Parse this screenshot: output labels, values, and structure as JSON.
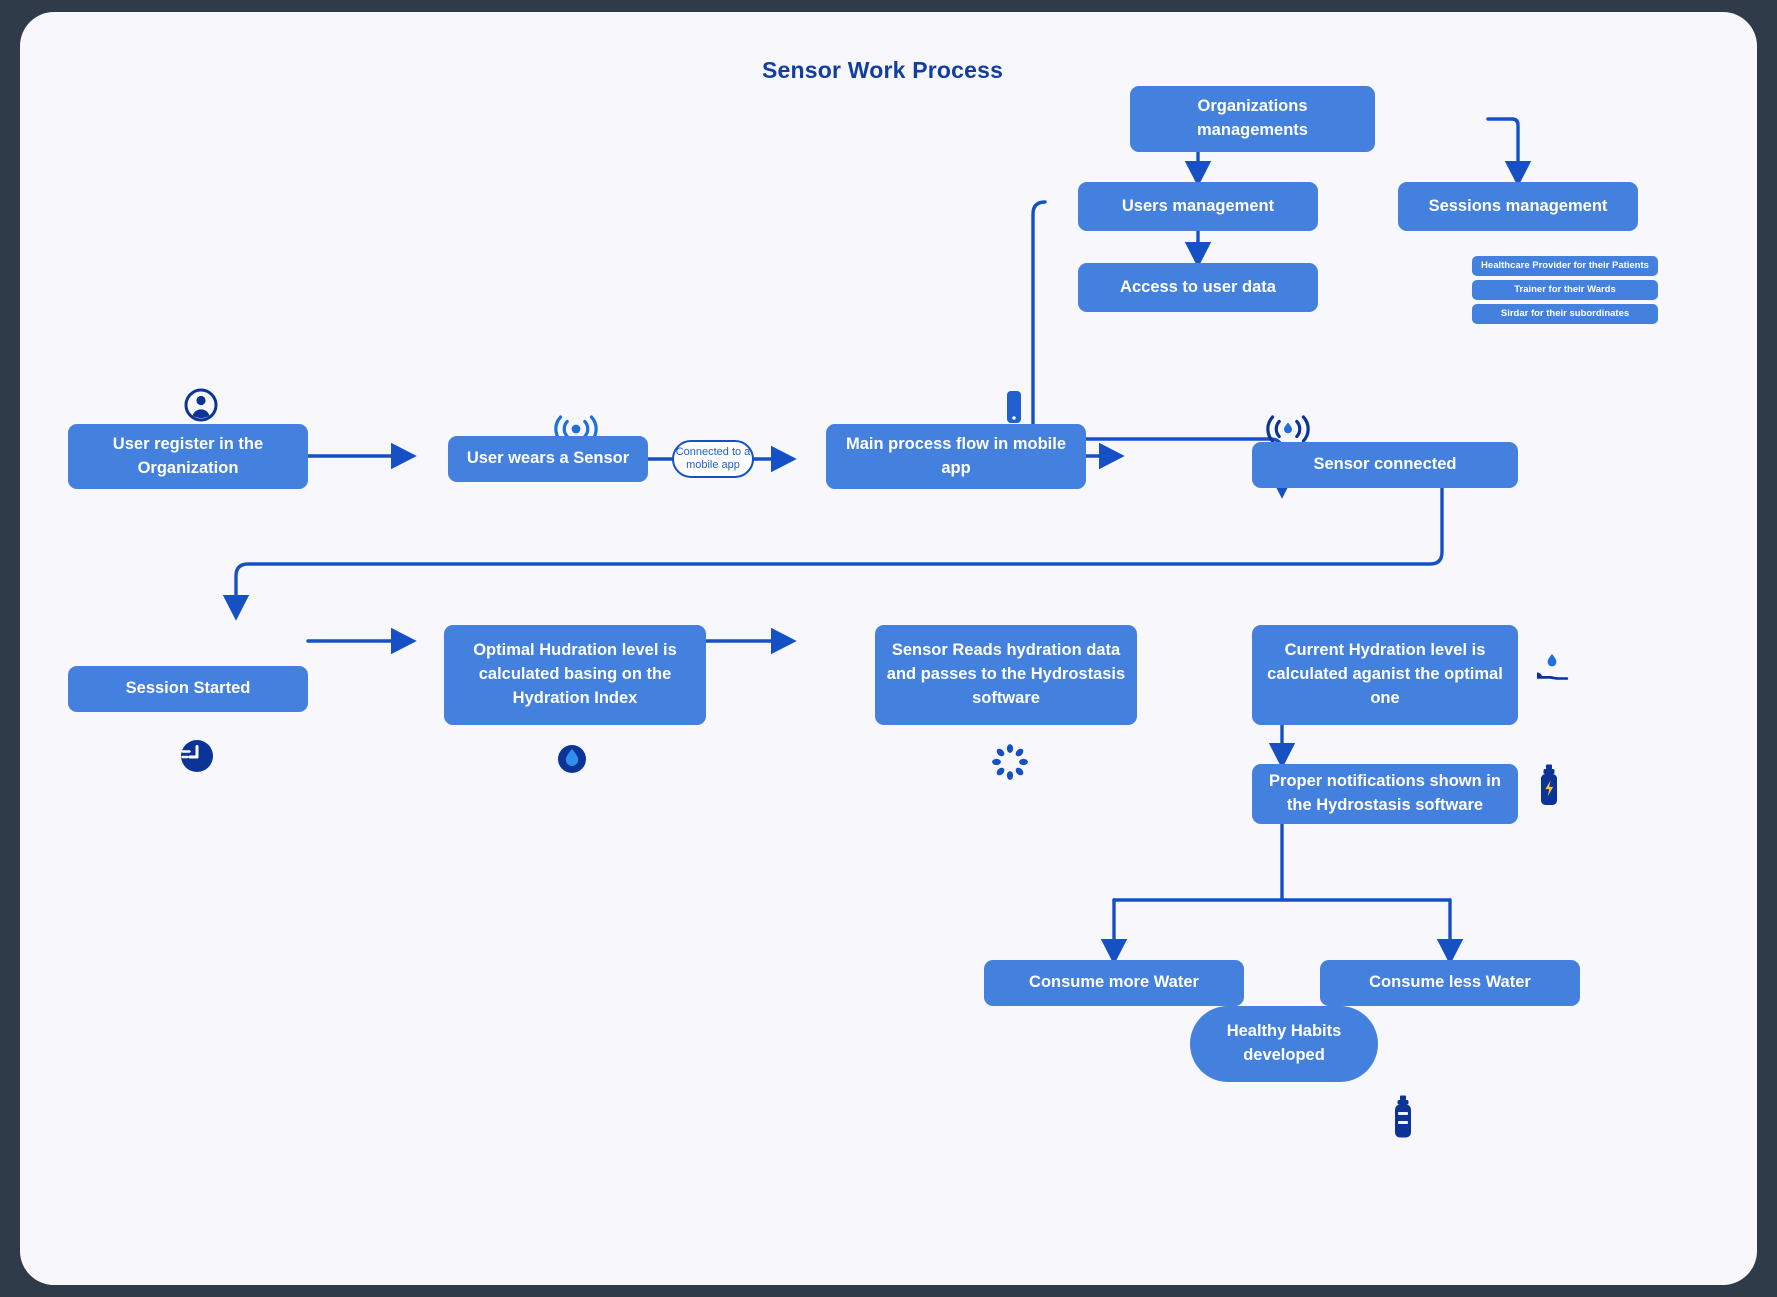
{
  "page": {
    "title": "Sensor Work Process",
    "canvas_bg": "#f8f8fc",
    "outer_bg": "#2f3b49",
    "node_fill": "#4480de",
    "line_color": "#1551c4",
    "title_color": "#123ea0",
    "icon_dark": "#0b3496",
    "icon_blue": "#1f6fe0"
  },
  "nodes": {
    "organizations_managements": "Organizations managements",
    "users_management": "Users management",
    "sessions_management": "Sessions management",
    "access_to_user_data": "Access to user data",
    "user_register": "User register in the Organization",
    "user_wears_sensor": "User wears a Sensor",
    "main_process_flow": "Main process flow in mobile app",
    "sensor_connected": "Sensor connected",
    "session_started": "Session Started",
    "optimal_hydration": "Optimal Hudration level is calculated basing on the Hydration Index",
    "sensor_reads": "Sensor Reads hydration data and passes to the Hydrostasis software",
    "current_hydration": "Current Hydration level is calculated aganist the optimal one",
    "proper_notifications": "Proper notifications shown in the Hydrostasis software",
    "consume_more_water": "Consume more Water",
    "consume_less_water": "Consume less Water",
    "healthy_habits": "Healthy Habits developed"
  },
  "badges": [
    "Healthcare Provider for their Patients",
    "Trainer for their Wards",
    "Sirdar for their subordinates"
  ],
  "connector_labels": {
    "connected_mobile_app_line1": "Connected to a",
    "connected_mobile_app_line2": "mobile app"
  },
  "icons": {
    "user": "user-avatar-icon",
    "signal_sensor": "signal-broadcast-icon",
    "mobile": "mobile-phone-icon",
    "signal_droplet": "signal-droplet-icon",
    "timer": "timer-clock-icon",
    "droplet": "water-droplet-icon",
    "spinner": "droplet-spinner-icon",
    "hand_droplet": "hand-water-drop-icon",
    "bottle_bolt": "water-bottle-bolt-icon",
    "bottle": "water-bottle-icon"
  }
}
